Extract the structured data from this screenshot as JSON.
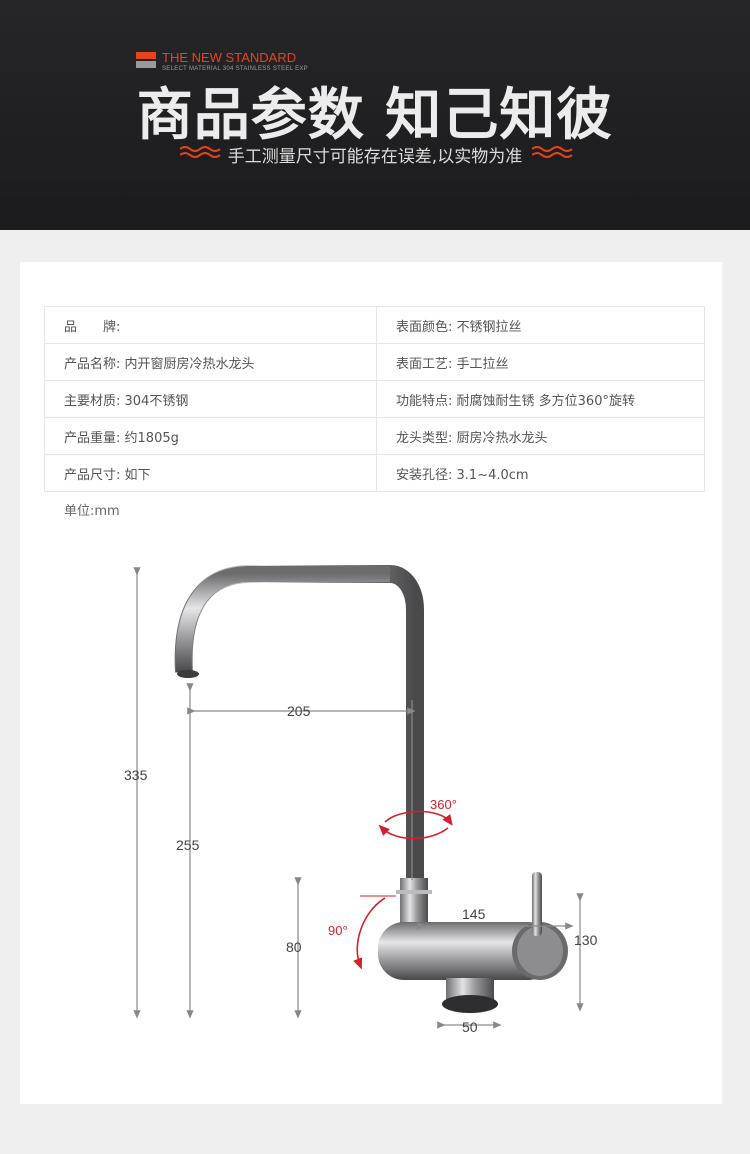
{
  "header": {
    "standard_title": "THE NEW STANDARD",
    "standard_sub": "SELECT MATERIAL 304 STAINLESS STEEL EXP",
    "title": "商品参数 知己知彼",
    "subtitle": "手工测量尺寸可能存在误差,以实物为准"
  },
  "specs": [
    {
      "left_label": "品　　牌:",
      "left_value": "",
      "right_label": "表面颜色:",
      "right_value": "不锈钢拉丝"
    },
    {
      "left_label": "产品名称:",
      "left_value": "内开窗厨房冷热水龙头",
      "right_label": "表面工艺:",
      "right_value": "手工拉丝"
    },
    {
      "left_label": "主要材质:",
      "left_value": "304不锈钢",
      "right_label": "功能特点:",
      "right_value": "耐腐蚀耐生锈 多方位360°旋转"
    },
    {
      "left_label": "产品重量:",
      "left_value": "约1805g",
      "right_label": "龙头类型:",
      "right_value": "厨房冷热水龙头"
    },
    {
      "left_label": "产品尺寸:",
      "left_value": "如下",
      "right_label": "安装孔径:",
      "right_value": "3.1~4.0cm"
    }
  ],
  "unit": "单位:mm",
  "dimensions": {
    "total_height": "335",
    "reach": "205",
    "spout_height": "255",
    "body_height": "80",
    "body_length": "145",
    "overall_height_right": "130",
    "base_diameter": "50",
    "rotation": "360°",
    "tilt": "90°"
  },
  "colors": {
    "accent": "#e8431c",
    "annotation_red": "#d61f2b",
    "banner_bg": "#1f1f21"
  }
}
